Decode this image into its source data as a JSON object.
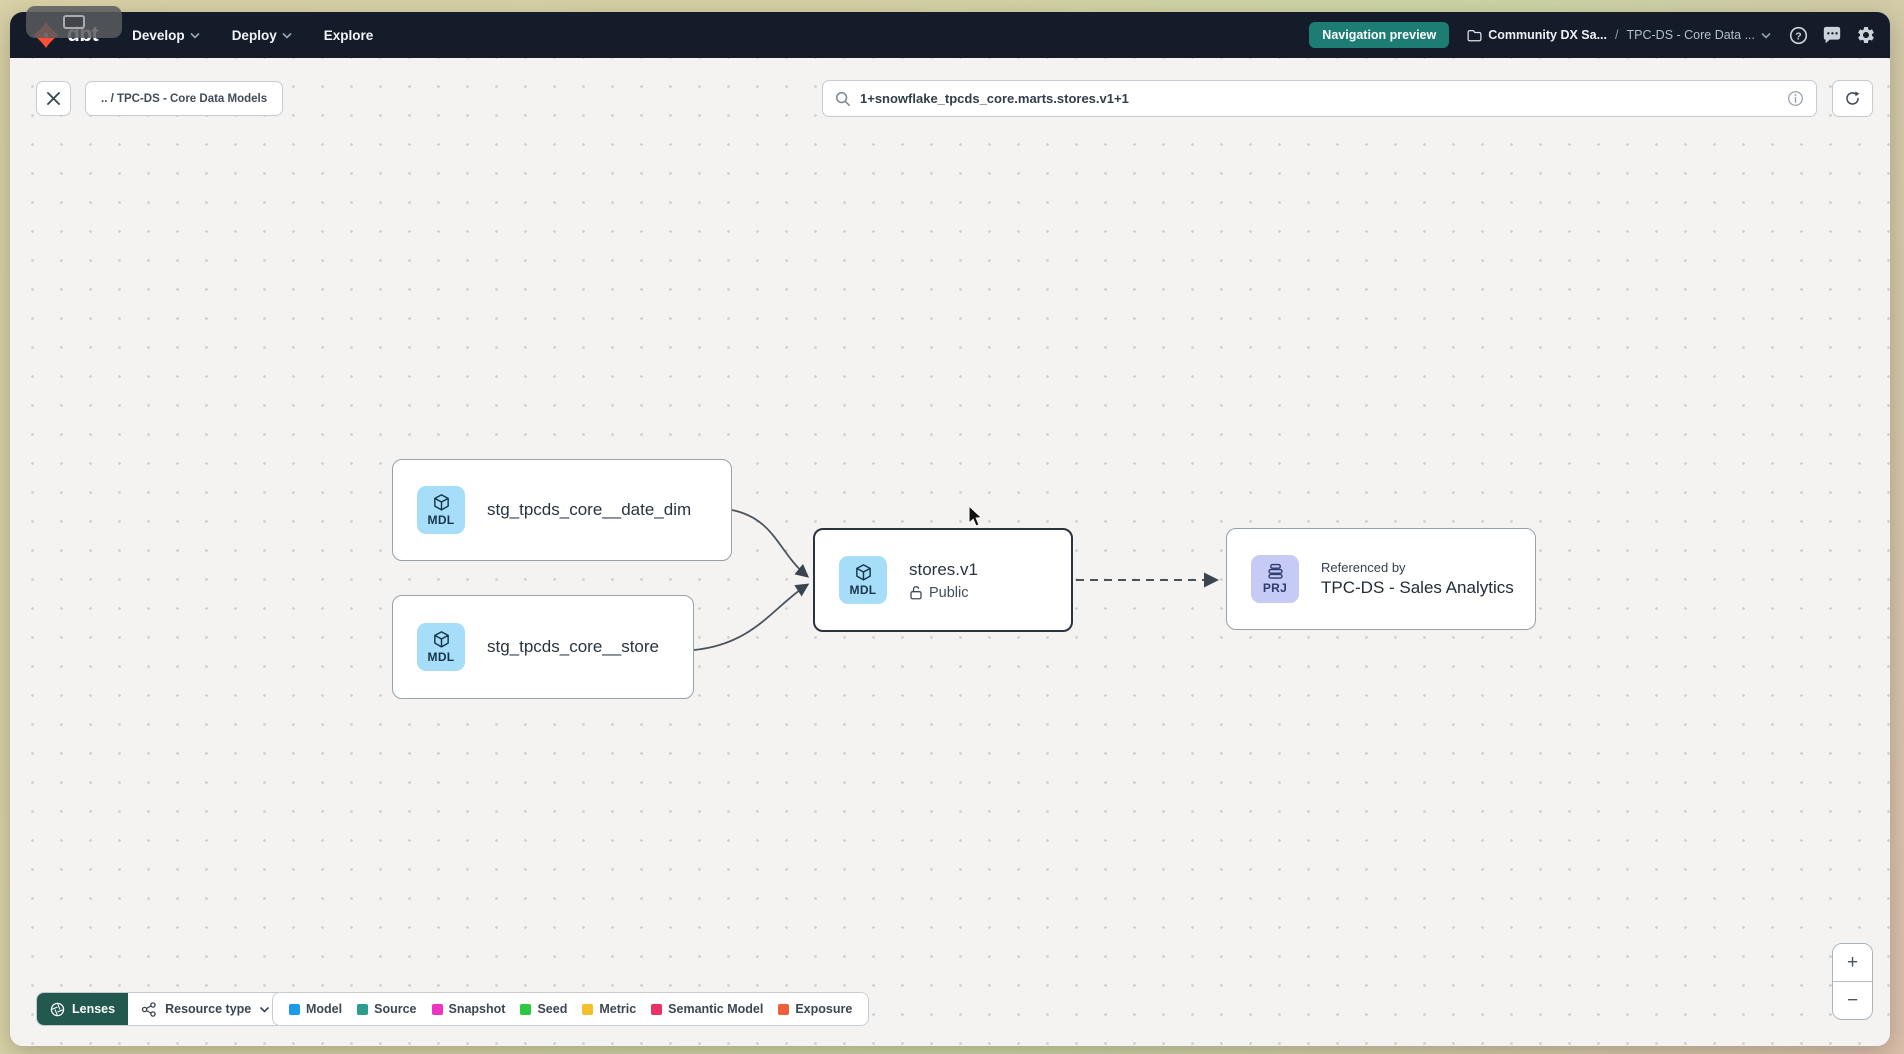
{
  "navbar": {
    "brand": "dbt",
    "menus": [
      {
        "label": "Develop"
      },
      {
        "label": "Deploy"
      },
      {
        "label": "Explore"
      }
    ],
    "preview_badge": "Navigation preview",
    "breadcrumb": {
      "project": "Community DX Sa...",
      "separator": "/",
      "page": "TPC-DS - Core Data ..."
    }
  },
  "toolbar": {
    "path_chip": ".. / TPC-DS - Core Data Models",
    "search_value": "1+snowflake_tpcds_core.marts.stores.v1+1"
  },
  "graph": {
    "nodes": [
      {
        "badge": "MDL",
        "label": "stg_tpcds_core__date_dim",
        "icon_bg": "#a6def9"
      },
      {
        "badge": "MDL",
        "label": "stg_tpcds_core__store",
        "icon_bg": "#a6def9"
      },
      {
        "badge": "MDL",
        "label": "stores.v1",
        "access": "Public",
        "icon_bg": "#a6def9"
      },
      {
        "badge": "PRJ",
        "caption": "Referenced by",
        "label": "TPC-DS - Sales Analytics",
        "icon_bg": "#c5cbf5"
      }
    ]
  },
  "controls": {
    "lenses_label": "Lenses",
    "resource_type_label": "Resource type",
    "legend": [
      {
        "label": "Model",
        "color": "#1d9bea"
      },
      {
        "label": "Source",
        "color": "#2a9d8f"
      },
      {
        "label": "Snapshot",
        "color": "#ee33c4"
      },
      {
        "label": "Seed",
        "color": "#2bc940"
      },
      {
        "label": "Metric",
        "color": "#f3c02c"
      },
      {
        "label": "Semantic Model",
        "color": "#ea3266"
      },
      {
        "label": "Exposure",
        "color": "#ef5f3c"
      }
    ],
    "zoom_in": "+",
    "zoom_out": "−"
  },
  "colors": {
    "brand_orange": "#ff4f38",
    "navbar_bg": "#141c2a",
    "preview_badge_bg": "#1d7d74",
    "lenses_bg": "#23584f",
    "selected_border": "#2a3340"
  }
}
